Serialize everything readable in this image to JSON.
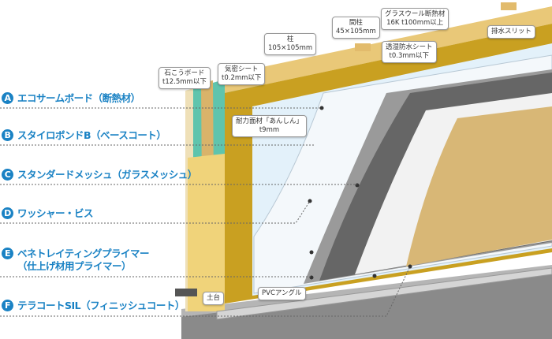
{
  "legend": [
    {
      "letter": "A",
      "label": "エコサームボード（断熱材）"
    },
    {
      "letter": "B",
      "label": "スタイロボンドB（ベースコート）"
    },
    {
      "letter": "C",
      "label": "スタンダードメッシュ（ガラスメッシュ）"
    },
    {
      "letter": "D",
      "label": "ワッシャー・ビス"
    },
    {
      "letter": "E",
      "label": "ベネトレイティングプライマー",
      "label2": "（仕上げ材用プライマー）"
    },
    {
      "letter": "F",
      "label": "テラコートSIL（フィニッシュコート）"
    }
  ],
  "callouts": {
    "gypsum": {
      "line1": "石こうボード",
      "line2": "t12.5mm以下"
    },
    "airtight": {
      "line1": "気密シート",
      "line2": "t0.2mm以下"
    },
    "pillar": {
      "line1": "柱",
      "line2": "105×105mm"
    },
    "stud": {
      "line1": "間柱",
      "line2": "45×105mm"
    },
    "glasswool": {
      "line1": "グラスウール断熱材",
      "line2": "16K t100mm以上"
    },
    "vapor": {
      "line1": "透湿防水シート",
      "line2": "t0.3mm以下"
    },
    "drain": {
      "line1": "排水スリット"
    },
    "panel": {
      "line1": "耐力面材「あんしん」",
      "line2": "t9mm"
    },
    "sill": {
      "line1": "土台"
    },
    "pvc": {
      "line1": "PVCアングル"
    }
  },
  "colors": {
    "accent": "#1a82c4",
    "wood": "#e8c97a",
    "panel": "#c9a021",
    "eps": "#e3f1fa",
    "base": "#6a6a6a",
    "finish": "#d8b776"
  }
}
